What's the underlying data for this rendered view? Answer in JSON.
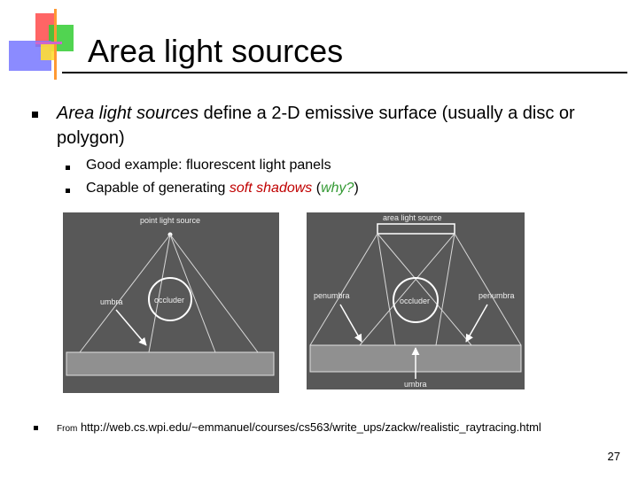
{
  "slide": {
    "title": "Area light sources",
    "page_number": "27"
  },
  "bullets": {
    "main": {
      "italic_lead": "Area light sources",
      "rest": " define a 2-D emissive surface (usually a disc or polygon)"
    },
    "sub": [
      {
        "text": "Good example: fluorescent light panels"
      },
      {
        "before": "Capable of generating ",
        "red_italic": "soft shadows",
        "middle": " (",
        "green_italic": "why?",
        "after": ")"
      }
    ],
    "source": {
      "prefix": "From",
      "url": " http://web.cs.wpi.edu/~emmanuel/courses/cs563/write_ups/zackw/realistic_raytracing.html"
    }
  },
  "figures": {
    "point": {
      "light_label": "point light source",
      "occluder_label": "occluder",
      "umbra_label": "umbra"
    },
    "area": {
      "light_label": "area light source",
      "occluder_label": "occluder",
      "penumbra_left_label": "penumbra",
      "penumbra_right_label": "penumbra",
      "umbra_label": "umbra"
    }
  }
}
